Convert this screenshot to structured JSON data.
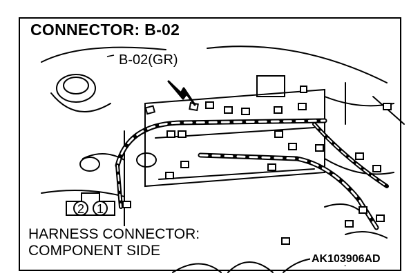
{
  "title": "CONNECTOR: B-02",
  "connector_label": "B-02(GR)",
  "side_label": {
    "line1": "HARNESS CONNECTOR:",
    "line2": "COMPONENT SIDE"
  },
  "pins": [
    "2",
    "1"
  ],
  "figure_code": "AK103906AD"
}
